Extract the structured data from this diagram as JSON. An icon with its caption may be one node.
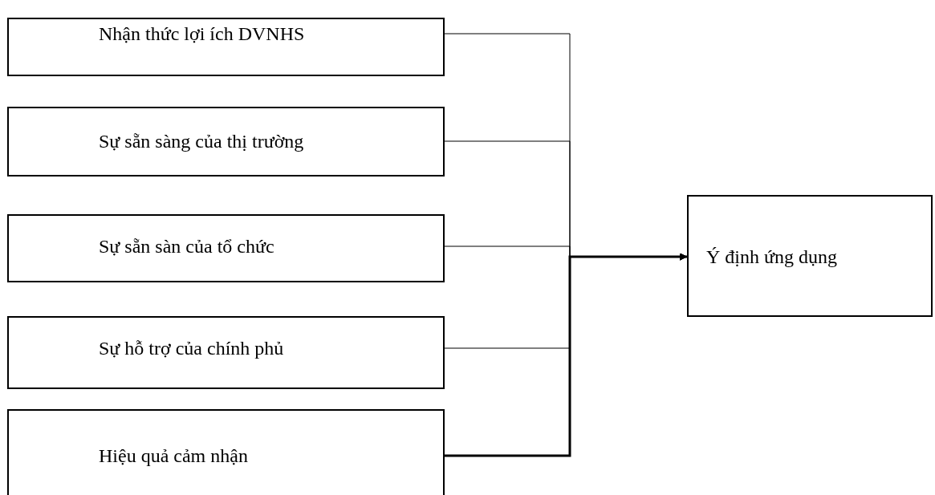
{
  "diagram": {
    "nodes": [
      {
        "text": [
          "Nhận thức lợi ích DVNHS"
        ]
      },
      {
        "text": [
          "Sự sẵn sàng của thị trường"
        ]
      },
      {
        "text": [
          "Sự sẵn sàn của tổ chức"
        ]
      },
      {
        "text": [
          "Sự hỗ trợ của chính phủ"
        ]
      },
      {
        "text": [
          "Hiệu quả cảm nhận"
        ]
      },
      {
        "text": [
          "Ý định ứng dụng"
        ]
      }
    ],
    "edges": [
      {
        "from": 0,
        "to": 5,
        "arrow": "to"
      },
      {
        "from": 1,
        "to": 5,
        "arrow": "to"
      },
      {
        "from": 2,
        "to": 5,
        "arrow": "to"
      },
      {
        "from": 3,
        "to": 5,
        "arrow": "to"
      },
      {
        "from": 4,
        "to": 5,
        "arrow": "to",
        "style": "thick"
      }
    ]
  }
}
